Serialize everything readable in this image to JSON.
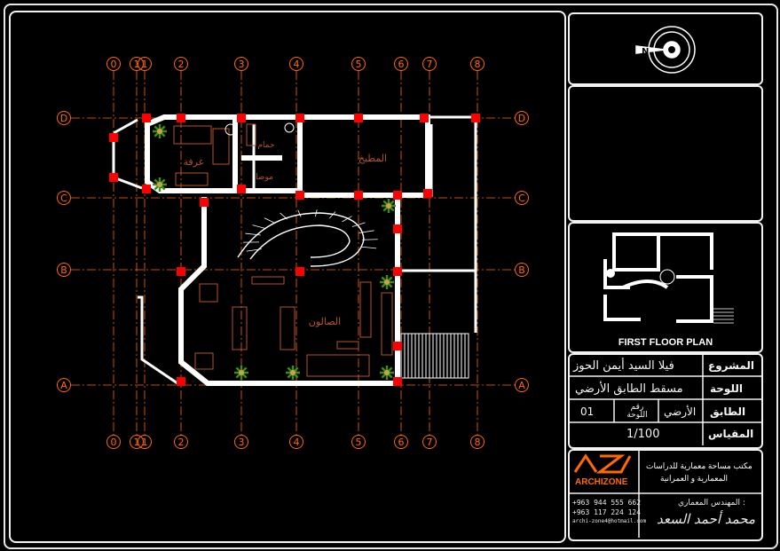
{
  "grid": {
    "columns": [
      "0",
      "1",
      "1",
      "2",
      "3",
      "4",
      "5",
      "6",
      "7",
      "8"
    ],
    "rows": [
      "D",
      "C",
      "B",
      "A"
    ]
  },
  "rooms": {
    "bedroom": "غرفة",
    "bathroom": "حمام",
    "wc": "موضا",
    "kitchen": "المطبخ",
    "hall": "الصالون"
  },
  "title_block": {
    "project_label": "المشروع",
    "project_value": "فيلا السيد أيمن الحوز",
    "sheet_label": "اللوحة",
    "sheet_value": "مسقط الطابق الأرضي",
    "floor_label": "الطابق",
    "floor_value": "الأرضي",
    "sheet_no_label": "رقم اللوحة",
    "sheet_no_value": "01",
    "scale_label": "المقياس",
    "scale_value": "1/100"
  },
  "key_plan": {
    "title": "FIRST FLOOR PLAN"
  },
  "office": {
    "name_line1": "مكتب مساحة معمارية للدراسات",
    "name_line2": "المعمارية و العمرانية",
    "brand": "ARCHIZONE",
    "phone1": "+963 944 555 662",
    "phone2": "+963 117 224 124",
    "email": "archi-zone4@hotmail.com",
    "engineer_label": "المهندس المعماري :",
    "engineer_signature": "محمد أحمد السعد"
  },
  "colors": {
    "grid_line": "#ff6a00",
    "grid_bubble": "#ff6a00",
    "wall": "#ffffff",
    "column": "#ff0000",
    "furniture": "#b5542a",
    "plant": "#3f8a18",
    "frame": "#f2f2f2"
  }
}
